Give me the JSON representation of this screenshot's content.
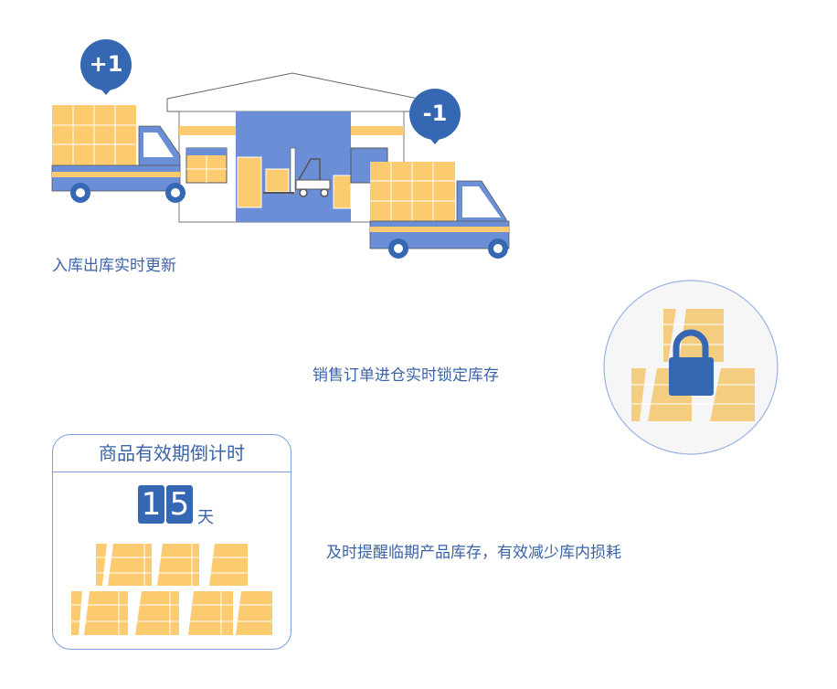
{
  "colors": {
    "dark_blue": "#3567b3",
    "mid_blue": "#6a8fd6",
    "yellow": "#fccb70",
    "text_blue": "#3a63a8"
  },
  "inbound": {
    "badge": "+1",
    "caption": "入库出库实时更新"
  },
  "outbound": {
    "badge": "-1"
  },
  "lock_section": {
    "caption": "销售订单进仓实时锁定库存",
    "icon": "lock-icon"
  },
  "expiry_card": {
    "title": "商品有效期倒计时",
    "digits": [
      "1",
      "5"
    ],
    "unit": "天",
    "caption": "及时提醒临期产品库存，有效减少库内损耗"
  }
}
